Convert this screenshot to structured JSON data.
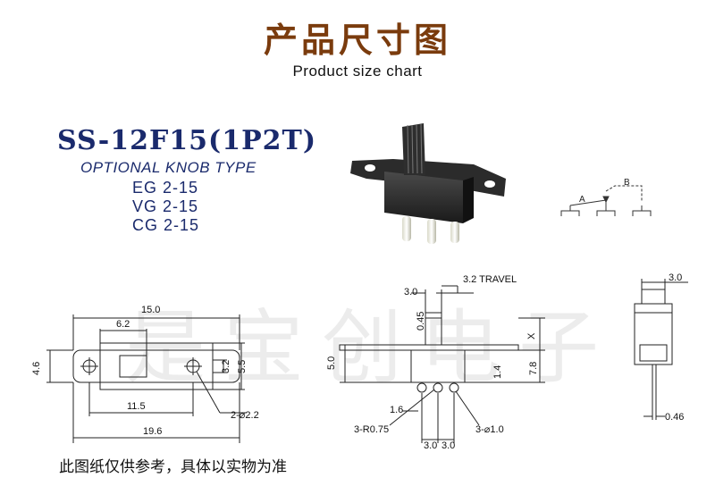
{
  "header": {
    "title_cn": "产品尺寸图",
    "title_en": "Product size chart"
  },
  "product": {
    "model": "SS-12F15(1P2T)",
    "knob_title": "OPTIONAL KNOB TYPE",
    "knob_types": [
      "EG 2-15",
      "VG 2-15",
      "CG 2-15"
    ]
  },
  "schematic": {
    "label_a": "A",
    "label_b": "B"
  },
  "front_view": {
    "dim_overall_top": "15.0",
    "dim_knob_window": "6.2",
    "dim_height": "4.6",
    "dim_hole_pitch_v": "3.2",
    "dim_body_height": "5.5",
    "dim_hole_span": "11.5",
    "dim_overall_bottom": "19.6",
    "hole_note": "2-⌀2.2"
  },
  "side_view": {
    "dim_knob_width": "3.0",
    "dim_travel": "3.2 TRAVEL",
    "dim_knob_slot": "0.45",
    "dim_x": "X",
    "dim_body": "5.0",
    "dim_pin_height": "1.4",
    "dim_total": "7.8",
    "dim_pin_offset": "1.6",
    "radius_note": "3-R0.75",
    "pin_hole_note": "3-⌀1.0",
    "dim_pitch_1": "3.0",
    "dim_pitch_2": "3.0"
  },
  "end_view": {
    "dim_width": "3.0",
    "dim_pin_thickness": "0.46"
  },
  "watermark": "是宝创电子",
  "footer": {
    "note": "此图纸仅供参考，具体以实物为准"
  }
}
